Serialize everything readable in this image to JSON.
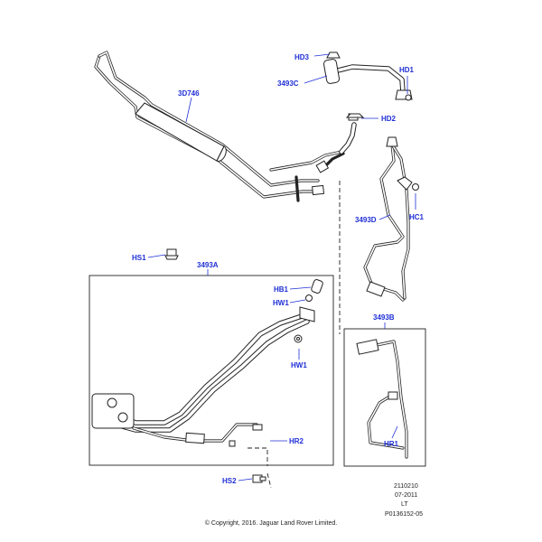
{
  "callouts": {
    "hd3": "HD3",
    "c3493c": "3493C",
    "hd1": "HD1",
    "c3d746": "3D746",
    "hd2": "HD2",
    "c3493d": "3493D",
    "hc1": "HC1",
    "hs1": "HS1",
    "c3493a": "3493A",
    "hb1": "HB1",
    "hw1_top": "HW1",
    "hw1_bottom": "HW1",
    "c3493b": "3493B",
    "hr1": "HR1",
    "hr2": "HR2",
    "hs2": "HS2"
  },
  "meta": {
    "code": "2110210",
    "date": "07-2011",
    "market": "LT",
    "ref": "P0136152-05"
  },
  "copyright": "© Copyright, 2016. Jaguar Land Rover Limited.",
  "colors": {
    "callout": "#1f2fd6",
    "line": "#222222"
  }
}
